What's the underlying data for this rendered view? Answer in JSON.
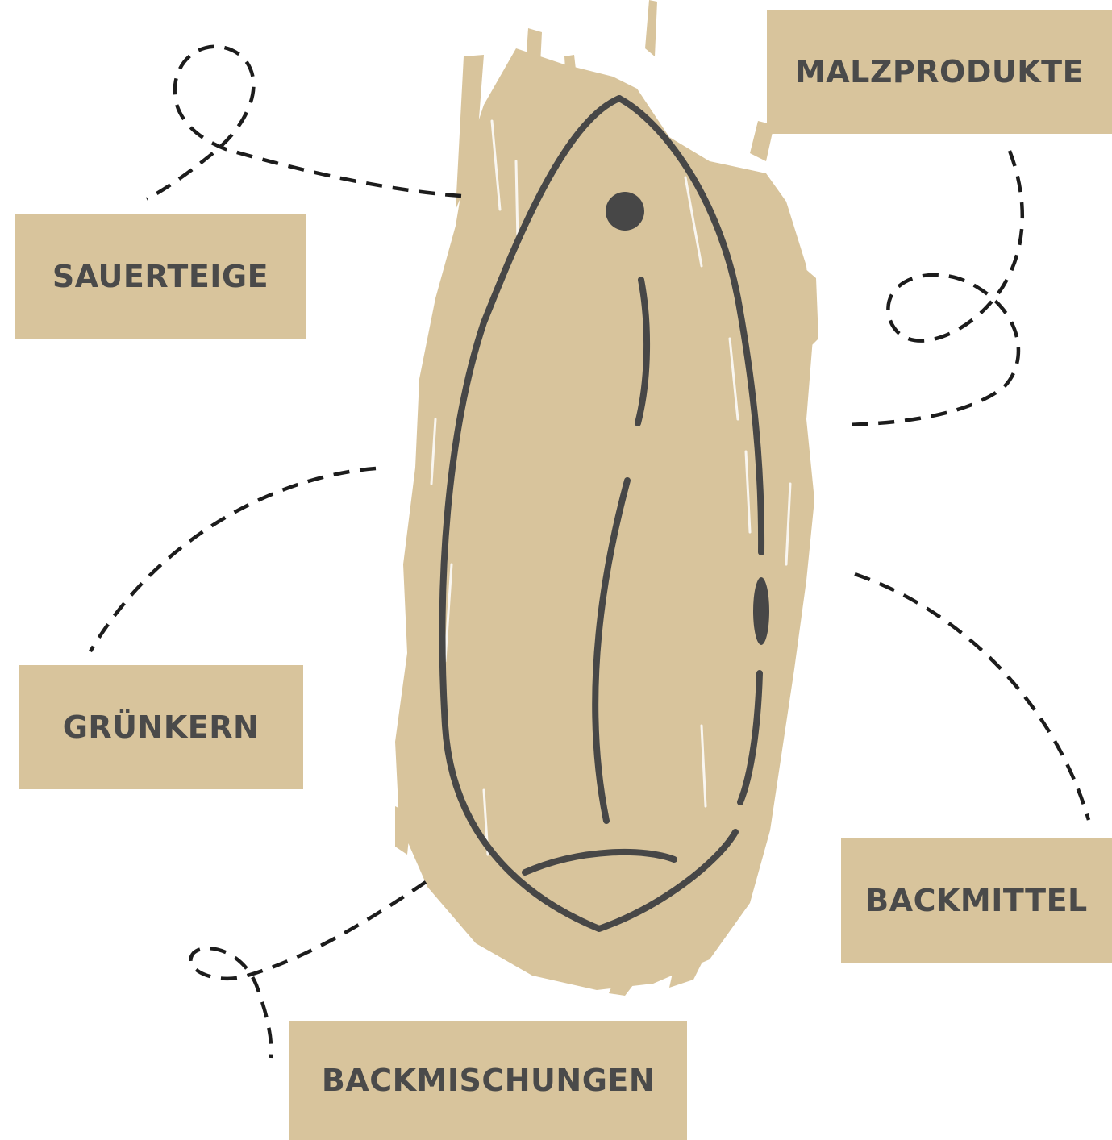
{
  "colors": {
    "label_fill": "#d8c49c",
    "paint": "#d8c49c",
    "text": "#4a4a4a",
    "outline": "#474747",
    "dashed_line": "#1c1c1c"
  },
  "labels": {
    "malzprodukte": "MALZPRODUKTE",
    "sauerteige": "SAUERTEIGE",
    "gruenkern": "GRÜNKERN",
    "backmittel": "BACKMITTEL",
    "backmischungen": "BACKMISCHUNGEN"
  },
  "center_icon": "grain-kernel-icon"
}
